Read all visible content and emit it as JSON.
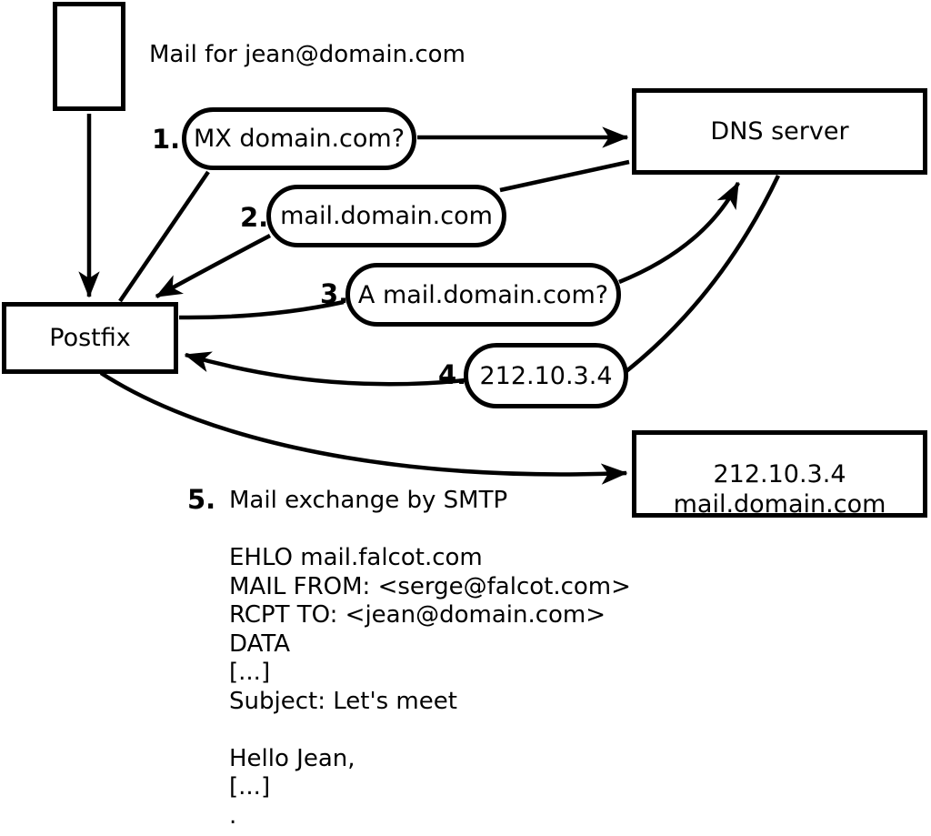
{
  "diagram": {
    "mail_source_label": "Mail for jean@domain.com",
    "nodes": {
      "postfix": "Postfix",
      "dns_server": "DNS server",
      "mail_server": {
        "line1": "212.10.3.4",
        "line2": "mail.domain.com"
      }
    },
    "steps": [
      {
        "num": "1.",
        "label": "MX domain.com?"
      },
      {
        "num": "2.",
        "label": "mail.domain.com"
      },
      {
        "num": "3.",
        "label": "A mail.domain.com?"
      },
      {
        "num": "4.",
        "label": "212.10.3.4"
      },
      {
        "num": "5.",
        "label": "Mail exchange by SMTP"
      }
    ],
    "smtp_session": {
      "lines": [
        "EHLO mail.falcot.com",
        "MAIL FROM: <serge@falcot.com>",
        "RCPT TO: <jean@domain.com>",
        "DATA",
        "[...]",
        "Subject: Let's meet",
        "",
        "Hello Jean,",
        "[...]",
        "."
      ]
    },
    "colors": {
      "stroke": "#000000",
      "background": "#ffffff"
    }
  }
}
